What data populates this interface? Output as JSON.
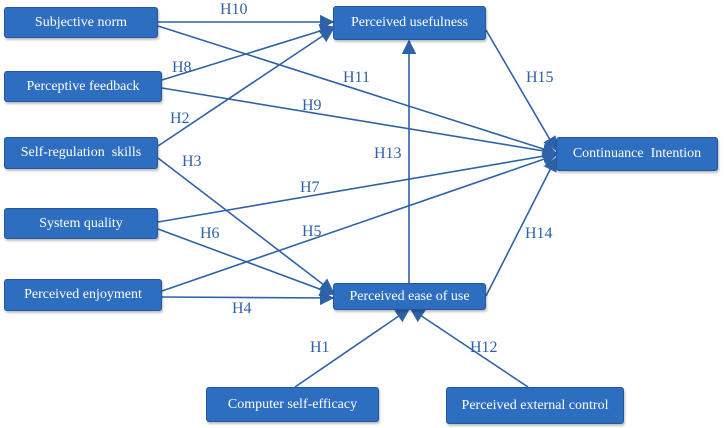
{
  "nodes": {
    "subjective_norm": "Subjective norm",
    "perceptive_feedback": "Perceptive feedback",
    "self_regulation": "Self-regulation  skills",
    "system_quality": "System quality",
    "perceived_enjoyment": "Perceived enjoyment",
    "perceived_usefulness": "Perceived usefulness",
    "perceived_ease": "Perceived ease of use",
    "continuance": "Continuance  Intention",
    "computer_self_efficacy": "Computer self-efficacy",
    "external_control": "Perceived external control"
  },
  "hypotheses": {
    "h1": "H1",
    "h2": "H2",
    "h3": "H3",
    "h4": "H4",
    "h5": "H5",
    "h6": "H6",
    "h7": "H7",
    "h8": "H8",
    "h9": "H9",
    "h10": "H10",
    "h11": "H11",
    "h12": "H12",
    "h13": "H13",
    "h14": "H14",
    "h15": "H15"
  },
  "colors": {
    "node_fill": "#2e6ec0",
    "line": "#2e62a8",
    "label": "#2e62a8"
  }
}
